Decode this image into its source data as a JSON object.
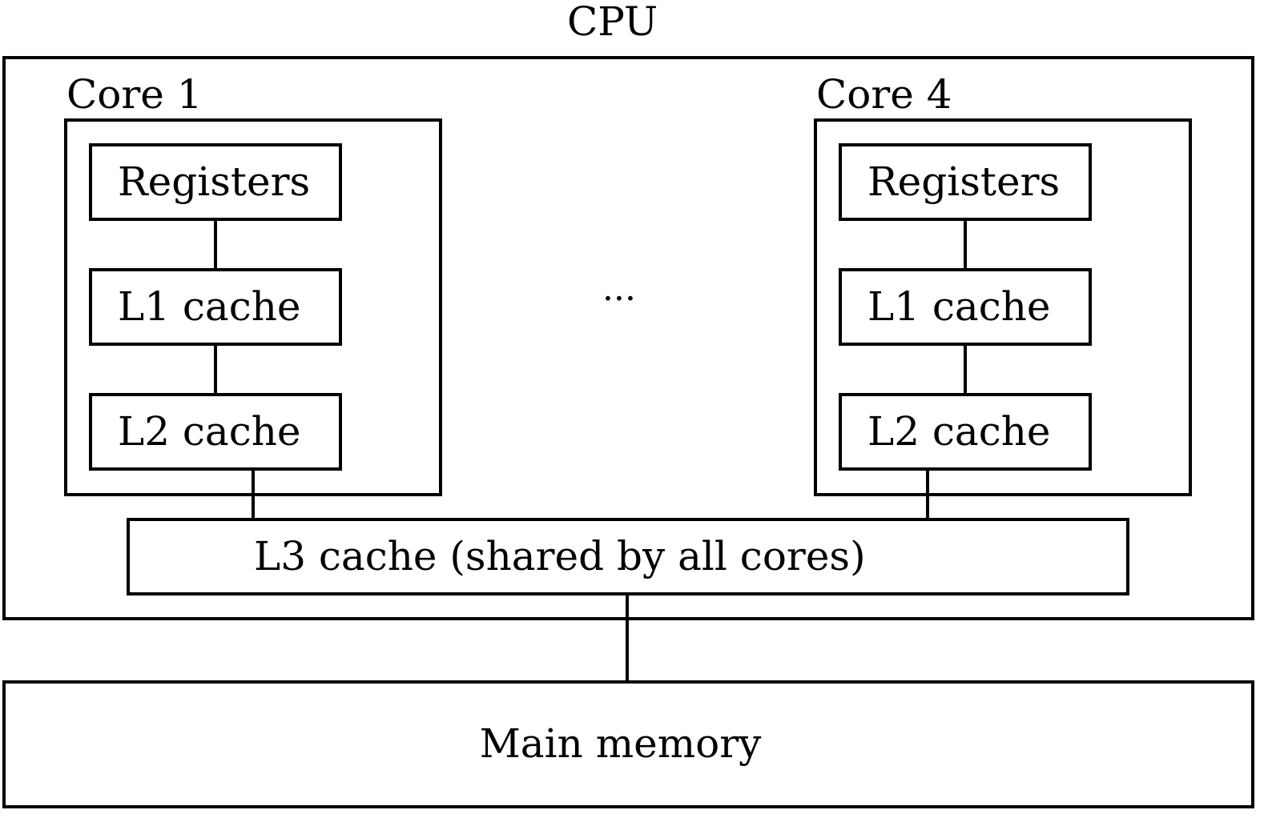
{
  "cpu": {
    "label": "CPU",
    "cores": [
      {
        "label": "Core 1",
        "registers": "Registers",
        "l1": "L1 cache",
        "l2": "L2 cache"
      },
      {
        "label": "Core 4",
        "registers": "Registers",
        "l1": "L1 cache",
        "l2": "L2 cache"
      }
    ],
    "ellipsis": "···",
    "l3": "L3 cache (shared by all cores)"
  },
  "main_memory": "Main memory"
}
